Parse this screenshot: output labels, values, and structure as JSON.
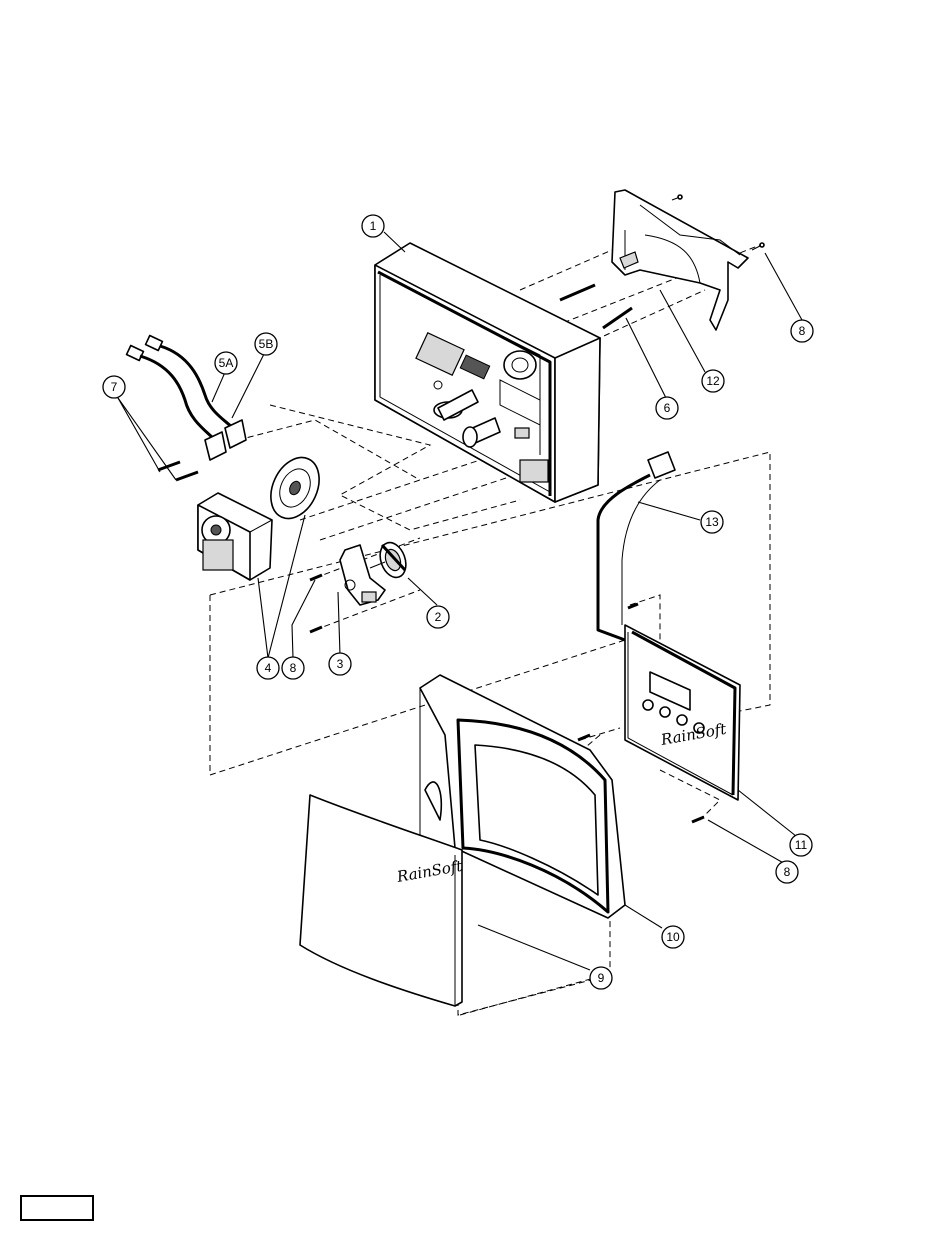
{
  "diagram": {
    "callouts": [
      {
        "id": "1",
        "label": "1"
      },
      {
        "id": "2",
        "label": "2"
      },
      {
        "id": "3",
        "label": "3"
      },
      {
        "id": "4",
        "label": "4"
      },
      {
        "id": "5A",
        "label": "5A"
      },
      {
        "id": "5B",
        "label": "5B"
      },
      {
        "id": "6",
        "label": "6"
      },
      {
        "id": "7",
        "label": "7"
      },
      {
        "id": "8a",
        "label": "8"
      },
      {
        "id": "8b",
        "label": "8"
      },
      {
        "id": "8c",
        "label": "8"
      },
      {
        "id": "9",
        "label": "9"
      },
      {
        "id": "10",
        "label": "10"
      },
      {
        "id": "11",
        "label": "11"
      },
      {
        "id": "12",
        "label": "12"
      },
      {
        "id": "13",
        "label": "13"
      }
    ],
    "logo_text": "RainSoft"
  },
  "colors": {
    "line": "#000000",
    "background": "#ffffff"
  }
}
